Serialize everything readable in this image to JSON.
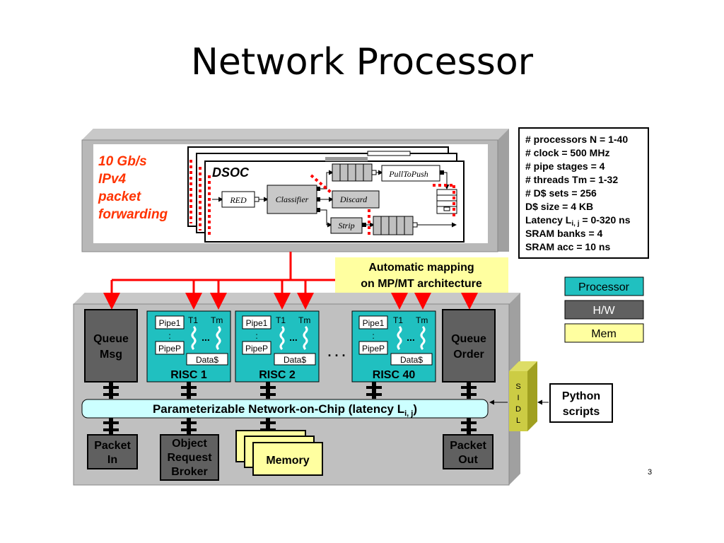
{
  "title": "Network Processor",
  "dsoc": {
    "app_lines": [
      "10 Gb/s",
      "IPv4",
      "packet",
      "forwarding"
    ],
    "label": "DSOC",
    "blocks": {
      "red": "RED",
      "classifier": "Classifier",
      "discard": "Discard",
      "pull_to_push": "PullToPush",
      "strip": "Strip"
    }
  },
  "params": [
    "# processors N = 1-40",
    "# clock = 500 MHz",
    "# pipe stages = 4",
    "# threads Tm = 1-32",
    "# D$ sets = 256",
    "D$ size = 4 KB",
    "SRAM banks = 4",
    "SRAM acc = 10 ns"
  ],
  "latency_param": {
    "prefix": "Latency L",
    "sub": "i, j",
    "suffix": " = 0-320 ns"
  },
  "mapping_lines": [
    "Automatic mapping",
    "on MP/MT architecture"
  ],
  "legend": {
    "processor": "Processor",
    "hw": "H/W",
    "mem": "Mem"
  },
  "queue_msg": [
    "Queue",
    "Msg"
  ],
  "queue_order": [
    "Queue",
    "Order"
  ],
  "risc": {
    "pipe1": "Pipe1",
    "pipep": "PipeP",
    "t1": "T1",
    "tm": "Tm",
    "data_cache": "Data$",
    "names": [
      "RISC 1",
      "RISC 2",
      "RISC 40"
    ],
    "ellipsis": ". . ."
  },
  "noc": {
    "prefix": "Parameterizable Network-on-Chip (latency L",
    "sub": "i, j",
    "suffix": ")"
  },
  "sidl": [
    "S",
    "I",
    "D",
    "L"
  ],
  "python": [
    "Python",
    "scripts"
  ],
  "packet_in": [
    "Packet",
    "In"
  ],
  "orb": [
    "Object",
    "Request",
    "Broker"
  ],
  "memory": "Memory",
  "packet_out": [
    "Packet",
    "Out"
  ],
  "page_number": "3",
  "colors": {
    "processor": "#20C0C0",
    "hw": "#606060",
    "mem": "#FFFFA0",
    "noc": "#CCFFFF",
    "red_accent": "#FF0000",
    "text_red": "#FF3300"
  }
}
